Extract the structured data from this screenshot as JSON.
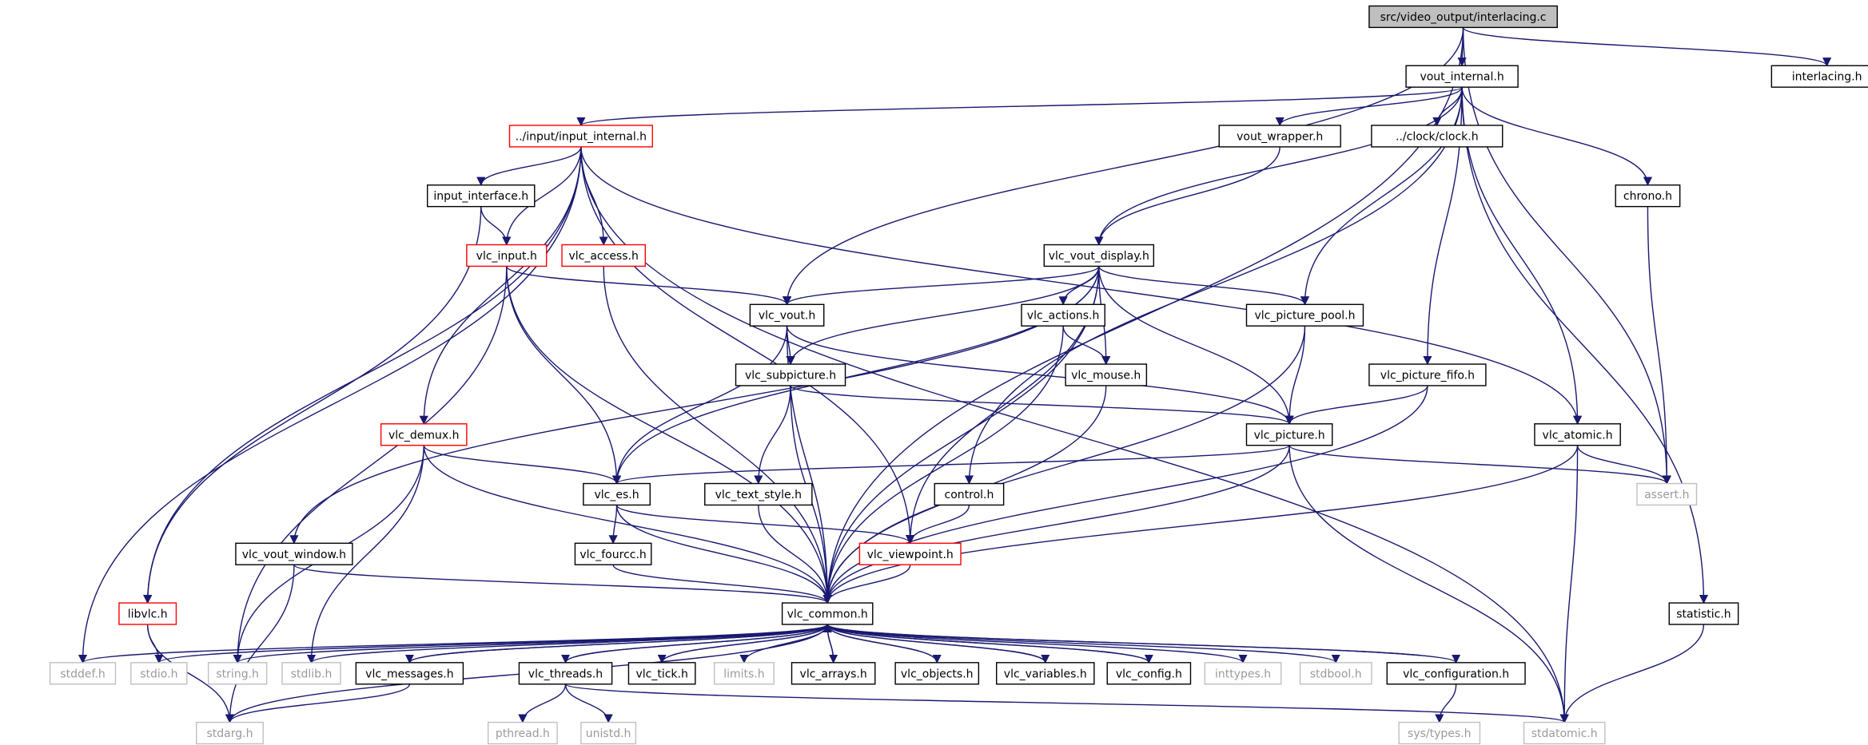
{
  "colors": {
    "edge": "#191970",
    "normal_border": "#000000",
    "red_border": "#ff0000",
    "grey_border": "#bfbfbf",
    "root_fill": "#bfbfbf",
    "text": "#000000",
    "grey_text": "#9a9a9a"
  },
  "nodes": [
    {
      "id": "root",
      "label": "src/video_output/interlacing.c",
      "style": "root"
    },
    {
      "id": "vout_internal",
      "label": "vout_internal.h",
      "style": "normal"
    },
    {
      "id": "interlacing_h",
      "label": "interlacing.h",
      "style": "normal"
    },
    {
      "id": "input_internal",
      "label": "../input/input_internal.h",
      "style": "red"
    },
    {
      "id": "vout_wrapper",
      "label": "vout_wrapper.h",
      "style": "normal"
    },
    {
      "id": "clock",
      "label": "../clock/clock.h",
      "style": "normal"
    },
    {
      "id": "chrono",
      "label": "chrono.h",
      "style": "normal"
    },
    {
      "id": "input_interface",
      "label": "input_interface.h",
      "style": "normal"
    },
    {
      "id": "vlc_input",
      "label": "vlc_input.h",
      "style": "red"
    },
    {
      "id": "vlc_access",
      "label": "vlc_access.h",
      "style": "red"
    },
    {
      "id": "vlc_vout_display",
      "label": "vlc_vout_display.h",
      "style": "normal"
    },
    {
      "id": "vlc_vout",
      "label": "vlc_vout.h",
      "style": "normal"
    },
    {
      "id": "vlc_actions",
      "label": "vlc_actions.h",
      "style": "normal"
    },
    {
      "id": "vlc_picture_pool",
      "label": "vlc_picture_pool.h",
      "style": "normal"
    },
    {
      "id": "vlc_subpicture",
      "label": "vlc_subpicture.h",
      "style": "normal"
    },
    {
      "id": "vlc_mouse",
      "label": "vlc_mouse.h",
      "style": "normal"
    },
    {
      "id": "vlc_picture_fifo",
      "label": "vlc_picture_fifo.h",
      "style": "normal"
    },
    {
      "id": "vlc_demux",
      "label": "vlc_demux.h",
      "style": "red"
    },
    {
      "id": "vlc_picture",
      "label": "vlc_picture.h",
      "style": "normal"
    },
    {
      "id": "vlc_atomic",
      "label": "vlc_atomic.h",
      "style": "normal"
    },
    {
      "id": "vlc_es",
      "label": "vlc_es.h",
      "style": "normal"
    },
    {
      "id": "vlc_text_style",
      "label": "vlc_text_style.h",
      "style": "normal"
    },
    {
      "id": "control",
      "label": "control.h",
      "style": "normal"
    },
    {
      "id": "assert",
      "label": "assert.h",
      "style": "grey"
    },
    {
      "id": "vlc_vout_window",
      "label": "vlc_vout_window.h",
      "style": "normal"
    },
    {
      "id": "vlc_fourcc",
      "label": "vlc_fourcc.h",
      "style": "normal"
    },
    {
      "id": "vlc_viewpoint",
      "label": "vlc_viewpoint.h",
      "style": "red"
    },
    {
      "id": "libvlc",
      "label": "libvlc.h",
      "style": "red"
    },
    {
      "id": "vlc_common",
      "label": "vlc_common.h",
      "style": "normal"
    },
    {
      "id": "statistic",
      "label": "statistic.h",
      "style": "normal"
    },
    {
      "id": "stddef",
      "label": "stddef.h",
      "style": "grey"
    },
    {
      "id": "stdio",
      "label": "stdio.h",
      "style": "grey"
    },
    {
      "id": "string",
      "label": "string.h",
      "style": "grey"
    },
    {
      "id": "stdlib",
      "label": "stdlib.h",
      "style": "grey"
    },
    {
      "id": "vlc_messages",
      "label": "vlc_messages.h",
      "style": "normal"
    },
    {
      "id": "vlc_threads",
      "label": "vlc_threads.h",
      "style": "normal"
    },
    {
      "id": "vlc_tick",
      "label": "vlc_tick.h",
      "style": "normal"
    },
    {
      "id": "limits",
      "label": "limits.h",
      "style": "grey"
    },
    {
      "id": "vlc_arrays",
      "label": "vlc_arrays.h",
      "style": "normal"
    },
    {
      "id": "vlc_objects",
      "label": "vlc_objects.h",
      "style": "normal"
    },
    {
      "id": "vlc_variables",
      "label": "vlc_variables.h",
      "style": "normal"
    },
    {
      "id": "vlc_config",
      "label": "vlc_config.h",
      "style": "normal"
    },
    {
      "id": "inttypes",
      "label": "inttypes.h",
      "style": "grey"
    },
    {
      "id": "stdbool",
      "label": "stdbool.h",
      "style": "grey"
    },
    {
      "id": "vlc_configuration",
      "label": "vlc_configuration.h",
      "style": "normal"
    },
    {
      "id": "stdarg",
      "label": "stdarg.h",
      "style": "grey"
    },
    {
      "id": "pthread",
      "label": "pthread.h",
      "style": "grey"
    },
    {
      "id": "unistd",
      "label": "unistd.h",
      "style": "grey"
    },
    {
      "id": "stdatomic",
      "label": "stdatomic.h",
      "style": "grey"
    },
    {
      "id": "systypes",
      "label": "sys/types.h",
      "style": "grey"
    }
  ],
  "edges": [
    [
      "root",
      "vout_internal"
    ],
    [
      "root",
      "interlacing_h"
    ],
    [
      "root",
      "vlc_vout"
    ],
    [
      "root",
      "vlc_common"
    ],
    [
      "root",
      "assert"
    ],
    [
      "vout_internal",
      "input_internal"
    ],
    [
      "vout_internal",
      "vout_wrapper"
    ],
    [
      "vout_internal",
      "clock"
    ],
    [
      "vout_internal",
      "chrono"
    ],
    [
      "vout_internal",
      "vlc_vout_display"
    ],
    [
      "vout_internal",
      "vlc_picture_pool"
    ],
    [
      "vout_internal",
      "vlc_picture_fifo"
    ],
    [
      "vout_internal",
      "vlc_atomic"
    ],
    [
      "vout_internal",
      "control"
    ],
    [
      "vout_internal",
      "statistic"
    ],
    [
      "input_internal",
      "input_interface"
    ],
    [
      "input_internal",
      "vlc_input"
    ],
    [
      "input_internal",
      "vlc_access"
    ],
    [
      "input_internal",
      "vlc_demux"
    ],
    [
      "input_internal",
      "libvlc"
    ],
    [
      "input_internal",
      "stddef"
    ],
    [
      "input_internal",
      "vlc_viewpoint"
    ],
    [
      "input_internal",
      "stdatomic"
    ],
    [
      "input_internal",
      "vlc_atomic"
    ],
    [
      "input_interface",
      "vlc_input"
    ],
    [
      "input_interface",
      "libvlc"
    ],
    [
      "vlc_input",
      "vlc_vout"
    ],
    [
      "vlc_input",
      "vlc_es"
    ],
    [
      "vlc_input",
      "vlc_common"
    ],
    [
      "vlc_input",
      "string"
    ],
    [
      "vlc_access",
      "vlc_common"
    ],
    [
      "vout_wrapper",
      "vlc_vout_display"
    ],
    [
      "chrono",
      "assert"
    ],
    [
      "vlc_vout_display",
      "vlc_vout"
    ],
    [
      "vlc_vout_display",
      "vlc_actions"
    ],
    [
      "vlc_vout_display",
      "vlc_picture_pool"
    ],
    [
      "vlc_vout_display",
      "vlc_subpicture"
    ],
    [
      "vlc_vout_display",
      "vlc_mouse"
    ],
    [
      "vlc_vout_display",
      "vlc_picture"
    ],
    [
      "vlc_vout_display",
      "vlc_es"
    ],
    [
      "vlc_vout_display",
      "vlc_vout_window"
    ],
    [
      "vlc_vout_display",
      "vlc_viewpoint"
    ],
    [
      "vlc_vout_display",
      "vlc_common"
    ],
    [
      "vlc_vout",
      "vlc_subpicture"
    ],
    [
      "vlc_vout",
      "vlc_es"
    ],
    [
      "vlc_vout",
      "vlc_picture"
    ],
    [
      "vlc_vout",
      "vlc_common"
    ],
    [
      "vlc_actions",
      "vlc_mouse"
    ],
    [
      "vlc_actions",
      "vlc_common"
    ],
    [
      "vlc_picture_pool",
      "vlc_picture"
    ],
    [
      "vlc_picture_pool",
      "vlc_common"
    ],
    [
      "vlc_subpicture",
      "vlc_picture"
    ],
    [
      "vlc_subpicture",
      "vlc_text_style"
    ],
    [
      "vlc_subpicture",
      "vlc_common"
    ],
    [
      "vlc_mouse",
      "vlc_common"
    ],
    [
      "vlc_picture_fifo",
      "vlc_picture"
    ],
    [
      "vlc_picture_fifo",
      "vlc_common"
    ],
    [
      "vlc_demux",
      "vlc_es"
    ],
    [
      "vlc_demux",
      "vlc_common"
    ],
    [
      "vlc_demux",
      "string"
    ],
    [
      "vlc_demux",
      "stdlib"
    ],
    [
      "vlc_picture",
      "vlc_es"
    ],
    [
      "vlc_picture",
      "assert"
    ],
    [
      "vlc_picture",
      "vlc_common"
    ],
    [
      "vlc_picture",
      "stdatomic"
    ],
    [
      "vlc_atomic",
      "assert"
    ],
    [
      "vlc_atomic",
      "vlc_common"
    ],
    [
      "vlc_atomic",
      "stdatomic"
    ],
    [
      "vlc_es",
      "vlc_fourcc"
    ],
    [
      "vlc_es",
      "vlc_viewpoint"
    ],
    [
      "vlc_es",
      "vlc_common"
    ],
    [
      "vlc_text_style",
      "vlc_common"
    ],
    [
      "control",
      "vlc_viewpoint"
    ],
    [
      "vlc_vout_window",
      "vlc_common"
    ],
    [
      "vlc_vout_window",
      "stdarg"
    ],
    [
      "vlc_fourcc",
      "vlc_common"
    ],
    [
      "vlc_viewpoint",
      "vlc_common"
    ],
    [
      "libvlc",
      "stdio"
    ],
    [
      "libvlc",
      "stdarg"
    ],
    [
      "statistic",
      "stdatomic"
    ],
    [
      "vlc_common",
      "stddef"
    ],
    [
      "vlc_common",
      "stdio"
    ],
    [
      "vlc_common",
      "string"
    ],
    [
      "vlc_common",
      "stdlib"
    ],
    [
      "vlc_common",
      "vlc_messages"
    ],
    [
      "vlc_common",
      "vlc_threads"
    ],
    [
      "vlc_common",
      "vlc_tick"
    ],
    [
      "vlc_common",
      "limits"
    ],
    [
      "vlc_common",
      "vlc_arrays"
    ],
    [
      "vlc_common",
      "vlc_objects"
    ],
    [
      "vlc_common",
      "vlc_variables"
    ],
    [
      "vlc_common",
      "vlc_config"
    ],
    [
      "vlc_common",
      "inttypes"
    ],
    [
      "vlc_common",
      "stdbool"
    ],
    [
      "vlc_common",
      "vlc_configuration"
    ],
    [
      "vlc_common",
      "stdarg"
    ],
    [
      "vlc_messages",
      "vlc_common"
    ],
    [
      "vlc_messages",
      "stdarg"
    ],
    [
      "vlc_threads",
      "vlc_common"
    ],
    [
      "vlc_threads",
      "pthread"
    ],
    [
      "vlc_threads",
      "unistd"
    ],
    [
      "vlc_threads",
      "stdatomic"
    ],
    [
      "vlc_tick",
      "vlc_common"
    ],
    [
      "vlc_arrays",
      "vlc_common"
    ],
    [
      "vlc_objects",
      "vlc_common"
    ],
    [
      "vlc_variables",
      "vlc_common"
    ],
    [
      "vlc_config",
      "vlc_common"
    ],
    [
      "vlc_configuration",
      "vlc_common"
    ],
    [
      "vlc_configuration",
      "systypes"
    ]
  ]
}
